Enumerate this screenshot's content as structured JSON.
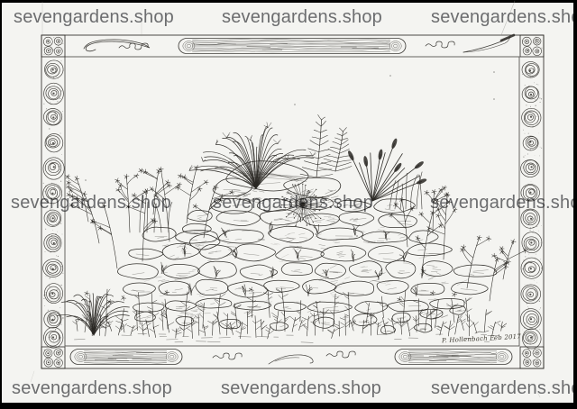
{
  "image": {
    "description": "Scanned pen-and-ink drawing of a raised dry-stone rock garden bed planted with ornamental grasses, seed heads and wildflowers, surrounded by a hand-drawn decorative border of wood-grain panels, scroll squiggles and concentric spiral rings",
    "signature": "P. Hollenbach Feb 2017"
  },
  "watermark": {
    "text": "sevengardens.shop",
    "grid": "3 rows x 3 columns",
    "color": "#717275"
  },
  "colors": {
    "paper": "#f4f4f1",
    "ink": "#2a2824",
    "scan_edge": "#000000",
    "watermark": "#717275"
  }
}
